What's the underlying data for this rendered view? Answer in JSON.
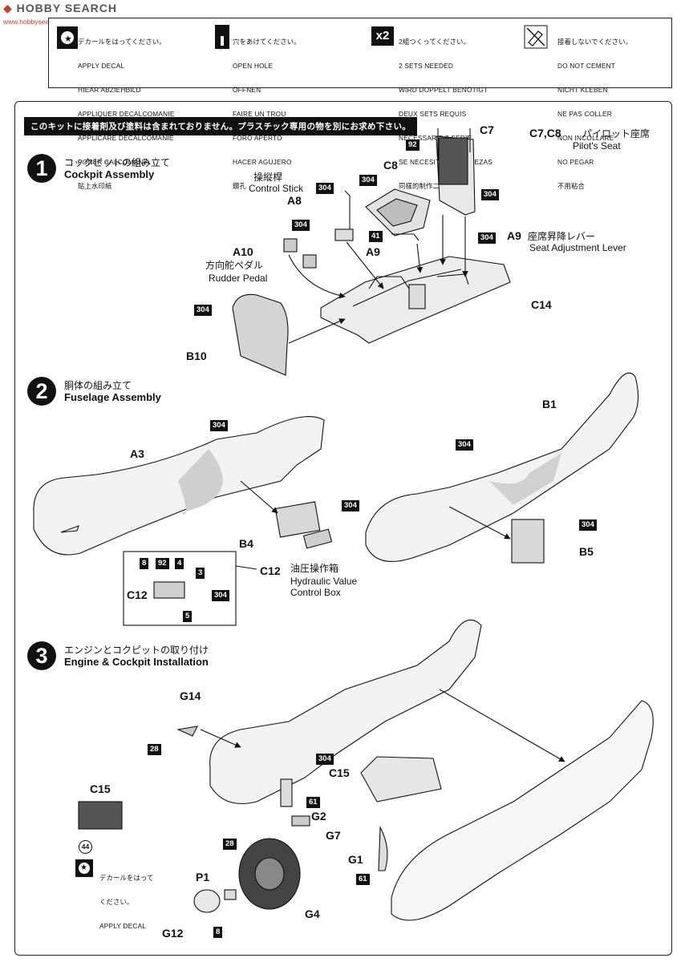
{
  "watermark": {
    "logo_main": "HOBBY SEARCH",
    "logo_sub": "www.hobbysearch.com"
  },
  "legend": {
    "decal": [
      "デカールをはってください。",
      "APPLY DECAL",
      "HIEAR ABZIEHBILD",
      "APPLIQUER DECALCOMANIE",
      "APPLICARE DECALCOMANIE",
      "PONER CALCOMANIA",
      "貼上水印紙"
    ],
    "hole": [
      "穴をあけてください。",
      "OPEN HOLE",
      "ÖFFNEN",
      "FAIRE UN TROU",
      "FORO APERTO",
      "HACER AGUJERO",
      "鑽孔"
    ],
    "twice_badge": "x2",
    "twice": [
      "2組つくってください。",
      "2 SETS NEEDED",
      "WIRD DOPPELT BENÖTIGT",
      "DEUX SETS REQUIS",
      "NECESSARIE 2 SERIE",
      "SE NECESITAN DOS PIEZAS",
      "同樣的制作二組"
    ],
    "no_cement": [
      "接着しないでください。",
      "DO NOT CEMENT",
      "NICHT KLEBEN",
      "NE PAS COLLER",
      "NON INCOLLARE",
      "NO PEGAR",
      "不用粘合"
    ]
  },
  "notice": "このキットに接着剤及び塗料は含まれておりません。プラスチック専用の物を別にお求め下さい。",
  "steps": [
    {
      "number": "1",
      "jp": "コックピットの組み立て",
      "en": "Cockpit Assembly"
    },
    {
      "number": "2",
      "jp": "胴体の組み立て",
      "en": "Fuselage Assembly"
    },
    {
      "number": "3",
      "jp": "エンジンとコクピットの取り付け",
      "en": "Engine & Cockpit Installation"
    }
  ],
  "step1": {
    "pilot_seat_parts": "C7,C8",
    "pilot_seat_jp": "パイロット座席",
    "pilot_seat_en": "Pilot's Seat",
    "control_stick_jp": "操縦桿",
    "control_stick_en": "Control Stick",
    "rudder_jp": "方向舵ペダル",
    "rudder_en": "Rudder Pedal",
    "seat_lever_part": "A9",
    "seat_lever_jp": "座席昇降レバー",
    "seat_lever_en": "Seat Adjustment Lever",
    "parts": {
      "c7": "C7",
      "c8": "C8",
      "a8": "A8",
      "a10": "A10",
      "a9": "A9",
      "c14": "C14",
      "b10": "B10"
    },
    "paints": {
      "p92": "92",
      "p304a": "304",
      "p304b": "304",
      "p304c": "304",
      "p304d": "304",
      "p304e": "304",
      "p41": "41"
    }
  },
  "step2": {
    "parts": {
      "a3": "A3",
      "b4": "B4",
      "b1": "B1",
      "b5": "B5",
      "c12": "C12",
      "c12_inset": "C12"
    },
    "hydraulic_jp": "油圧操作箱",
    "hydraulic_en": [
      "Hydraulic Value",
      "Control Box"
    ],
    "paints": {
      "p304a": "304",
      "p304b": "304",
      "p304c": "304",
      "p304d": "304",
      "p304e": "304",
      "i8": "8",
      "i92": "92",
      "i4": "4",
      "i3": "3",
      "i5": "5"
    }
  },
  "step3": {
    "parts": {
      "g14": "G14",
      "c15": "C15",
      "c15b": "C15",
      "g2": "G2",
      "g7": "G7",
      "g1": "G1",
      "p1": "P1",
      "g4": "G4",
      "g12": "G12"
    },
    "paints": {
      "p28a": "28",
      "p28b": "28",
      "p304": "304",
      "p61a": "61",
      "p61b": "61",
      "p44": "44",
      "p8": "8"
    },
    "decal_note": [
      "デカールをはって",
      "ください。",
      "APPLY DECAL"
    ]
  }
}
